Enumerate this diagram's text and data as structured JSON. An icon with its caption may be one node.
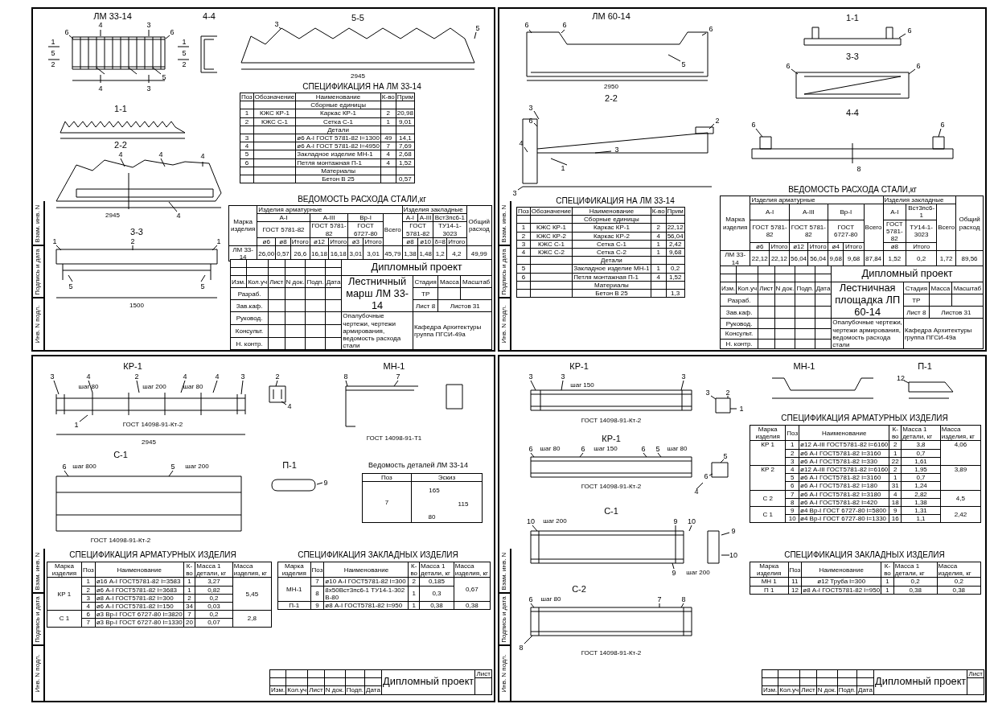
{
  "diagram": {
    "labels": [
      "Взам. инв. N",
      "Подпись и дата",
      "Инв. N подл.",
      "ЛМ 33-14",
      "4",
      "3",
      "6",
      "6",
      "1",
      "1",
      "5",
      "5",
      "2",
      "2",
      "5",
      "4",
      "3",
      "4-4",
      "5-5",
      "3",
      "5",
      "2945",
      "1-1",
      "2-2",
      "4",
      "4",
      "4",
      "2945",
      "4",
      "3-3",
      "1",
      "2",
      "1",
      "5",
      "5",
      "1500",
      "СПЕЦИФИКАЦИЯ НА ЛМ 33-14",
      "Поз",
      "Обозначение",
      "Наименование",
      "К-во",
      "Прим",
      "Сборные единицы",
      "1",
      "КЖС КР-1",
      "Каркас КР-1",
      "2",
      "20,98",
      "2",
      "КЖС С-1",
      "Сетка С-1",
      "1",
      "9,01",
      "Детали",
      "3",
      "ø6 А-I ГОСТ 5781-82 l=1300",
      "49",
      "14,1",
      "4",
      "ø6 А-I ГОСТ 5781-82 l=4950",
      "7",
      "7,69",
      "5",
      "Закладное изделие МН-1",
      "4",
      "2,68",
      "6",
      "Петля монтажная П-1",
      "4",
      "1,52",
      "Материалы",
      "Бетон В 25",
      "0,57",
      "ВЕДОМОСТЬ РАСХОДА СТАЛИ,кг",
      "Марка изделия",
      "Изделия арматурные",
      "Изделия закладные",
      "Общий расход",
      "А-I",
      "А-III",
      "Вр-I",
      "Всего",
      "А-I",
      "А-III",
      "Вст3пс6-1",
      "ГОСТ 5781-82",
      "ГОСТ 5781-82",
      "ГОСТ 6727-80",
      "ГОСТ 5781-82",
      "ТУ14-1-3023",
      "ø6",
      "ø8",
      "Итого",
      "ø12",
      "Итого",
      "ø3",
      "Итого",
      "ø8",
      "ø10",
      "δ=8",
      "Итого",
      "ЛМ 33-14",
      "26,00",
      "0,57",
      "26,6",
      "16,18",
      "16,18",
      "3,01",
      "3,01",
      "45,79",
      "1,38",
      "1,48",
      "1,2",
      "4,2",
      "49,99",
      "Дипломный проект",
      "Изм.",
      "Кол.уч",
      "Лист",
      "N док.",
      "Подп.",
      "Дата",
      "Лестничный марш ЛМ 33-14",
      "Стадия",
      "Масса",
      "Масштаб",
      "Разраб.",
      "ТР",
      "Зав.каф.",
      "Лист 8",
      "Листов 31",
      "Руковод.",
      "Опалубочные чертежи, чертежи армирования, ведомость расхода стали",
      "Кафедра Архитектуры группа ПГСИ-49а",
      "Консульт.",
      "Н. контр.",
      "Взам. инв. N",
      "Подпись и дата",
      "Инв. N подл.",
      "ЛМ 60-14",
      "6",
      "6",
      "6",
      "5",
      "2950",
      "1-1",
      "6",
      "3-3",
      "6",
      "6",
      "2-2",
      "3",
      "6",
      "2",
      "4",
      "3",
      "1",
      "3",
      "4-4",
      "6",
      "6",
      "8",
      "СПЕЦИФИКАЦИЯ НА ЛМ 33-14",
      "Поз",
      "Обозначение",
      "Наименование",
      "К-во",
      "Прим",
      "Сборные единицы",
      "1",
      "КЖС КР-1",
      "Каркас КР-1",
      "2",
      "22,12",
      "2",
      "КЖС КР-2",
      "Каркас КР-2",
      "4",
      "56,04",
      "3",
      "КЖС С-1",
      "Сетка С-1",
      "1",
      "2,42",
      "4",
      "КЖС С-2",
      "Сетка С-2",
      "1",
      "9,68",
      "Детали",
      "5",
      "Закладное изделие МН-1",
      "1",
      "0,2",
      "6",
      "Петля монтажная П-1",
      "4",
      "1,52",
      "Материалы",
      "Бетон В 25",
      "1,3",
      "ВЕДОМОСТЬ РАСХОДА СТАЛИ,кг",
      "Марка изделия",
      "Изделия арматурные",
      "Изделия закладные",
      "Общий расход",
      "А-I",
      "А-III",
      "Вр-I",
      "Всего",
      "А-I",
      "Вст3пс6-1",
      "Всего",
      "ГОСТ 5781-82",
      "ГОСТ 5781-82",
      "ГОСТ 6727-80",
      "ГОСТ 5781-82",
      "ТУ14-1-3023",
      "ø6",
      "Итого",
      "ø12",
      "Итого",
      "ø4",
      "Итого",
      "ø8",
      "Итого",
      "ЛМ 33-14",
      "22,12",
      "22,12",
      "56,04",
      "56,04",
      "9,68",
      "9,68",
      "87,84",
      "1,52",
      "0,2",
      "1,72",
      "89,56",
      "Дипломный проект",
      "Изм.",
      "Кол.уч",
      "Лист",
      "N док.",
      "Подп.",
      "Дата",
      "Лестничная площадка ЛП 60-14",
      "Стадия",
      "Масса",
      "Масштаб",
      "Разраб.",
      "ТР",
      "Зав.каф.",
      "Лист 8",
      "Листов 31",
      "Руковод.",
      "Опалубочные чертежи, чертежи армирования, ведомость расхода стали",
      "Кафедра Архитектуры группа ПГСИ-49а",
      "Консульт.",
      "Н. контр.",
      "Взам. инв. N",
      "Подпись и дата",
      "Инв. N подл.",
      "КР-1",
      "3",
      "4",
      "2",
      "4",
      "4",
      "3",
      "шаг 80",
      "шаг 200",
      "шаг 80",
      "1",
      "ГОСТ 14098-91-Кт-2",
      "2945",
      "2",
      "4",
      "МН-1",
      "8",
      "7",
      "ГОСТ 14098-91-Т1",
      "С-1",
      "6",
      "шаг 800",
      "5",
      "шаг 200",
      "ГОСТ 14098-91-Кт-2",
      "П-1",
      "9",
      "Ведомость деталей ЛМ 33-14",
      "Поз",
      "Эскиз",
      "7",
      "165",
      "115",
      "80",
      "СПЕЦИФИКАЦИЯ АРМАТУРНЫХ ИЗДЕЛИЯ",
      "Марка изделия",
      "Поз",
      "Наименование",
      "К-во",
      "Масса 1 детали, кг",
      "Масса изделия, кг",
      "КР 1",
      "1",
      "ø16 А-I ГОСТ5781-82 l=3583",
      "1",
      "3,27",
      "5,45",
      "2",
      "ø6 А-I ГОСТ5781-82 l=3683",
      "1",
      "0,82",
      "3",
      "ø8 А-I ГОСТ5781-82 l=300",
      "2",
      "0,2",
      "4",
      "ø6 А-I ГОСТ5781-82 l=150",
      "34",
      "0,03",
      "С 1",
      "6",
      "ø3 Вр-I ГОСТ 6727-80 l=3820",
      "7",
      "0,2",
      "2,8",
      "7",
      "ø3 Вр-I ГОСТ 6727-80 l=1330",
      "20",
      "0,07",
      "СПЕЦИФИКАЦИЯ ЗАКЛАДНЫХ ИЗДЕЛИЯ",
      "Марка изделия",
      "Поз",
      "Наименование",
      "К-во",
      "Масса 1 детали, кг",
      "Масса изделия, кг",
      "МН-1",
      "7",
      "ø10 А-I ГОСТ5781-82 l=300",
      "2",
      "0,185",
      "0,67",
      "8",
      "8x50Вст3пс6-1 ТУ14-1-302 В-80",
      "1",
      "0,3",
      "П-1",
      "9",
      "ø8 А-I ГОСТ5781-82 l=950",
      "1",
      "0,38",
      "0,38",
      "Дипломный проект",
      "Лист",
      "Изм.",
      "Кол.уч",
      "Лист",
      "N док.",
      "Подп.",
      "Дата",
      "Взам. инв. N",
      "Подпись и дата",
      "Инв. N подл.",
      "КР-1",
      "3",
      "3",
      "3",
      "шаг 150",
      "3",
      "2",
      "1",
      "ГОСТ 14098-91-Кт-2",
      "КР-1",
      "6",
      "шаг 80",
      "6",
      "шаг 150",
      "6",
      "5",
      "шаг 80",
      "5",
      "6",
      "ГОСТ 14098-91-Кт-2",
      "4",
      "МН-1",
      "П-1",
      "12",
      "С-1",
      "10",
      "шаг 200",
      "9",
      "10",
      "9",
      "10",
      "9",
      "шаг 200",
      "С-2",
      "6",
      "шаг 80",
      "7",
      "8",
      "8",
      "ГОСТ 14098-91-Кт-2",
      "СПЕЦИФИКАЦИЯ АРМАТУРНЫХ ИЗДЕЛИЯ",
      "Марка изделия",
      "Поз",
      "Наименование",
      "К-во",
      "Масса 1 детали, кг",
      "Масса изделия, кг",
      "КР 1",
      "1",
      "ø12 А-III ГОСТ5781-82 l=6160",
      "2",
      "3,8",
      "4,06",
      "2",
      "ø6 А-I ГОСТ5781-82 l=3160",
      "1",
      "0,7",
      "3",
      "ø6 А-I ГОСТ5781-82 l=330",
      "22",
      "1,61",
      "КР 2",
      "4",
      "ø12 А-III ГОСТ5781-82 l=6160",
      "2",
      "1,95",
      "3,89",
      "5",
      "ø6 А-I ГОСТ5781-82 l=3160",
      "1",
      "0,7",
      "6",
      "ø6 А-I ГОСТ5781-82 l=180",
      "31",
      "1,24",
      "С 2",
      "7",
      "ø6 А-I ГОСТ5781-82 l=3180",
      "4",
      "2,82",
      "4,5",
      "8",
      "ø6 А-I ГОСТ5781-82 l=420",
      "18",
      "1,38",
      "С 1",
      "9",
      "ø4 Вр-I ГОСТ 6727-80 l=5800",
      "9",
      "1,31",
      "2,42",
      "10",
      "ø4 Вр-I ГОСТ 6727-80 l=1330",
      "16",
      "1,1",
      "СПЕЦИФИКАЦИЯ ЗАКЛАДНЫХ ИЗДЕЛИЯ",
      "Марка изделия",
      "Поз",
      "Наименование",
      "К-во",
      "Масса 1 детали, кг",
      "Масса изделия, кг",
      "МН 1",
      "11",
      "ø12 Труба l=300",
      "1",
      "0,2",
      "0,2",
      "П 1",
      "12",
      "ø8 А-I ГОСТ5781-82 l=950",
      "1",
      "0,38",
      "0,38",
      "Дипломный проект",
      "Лист",
      "Изм.",
      "Кол.уч",
      "Лист",
      "N док.",
      "Подп.",
      "Дата"
    ]
  }
}
